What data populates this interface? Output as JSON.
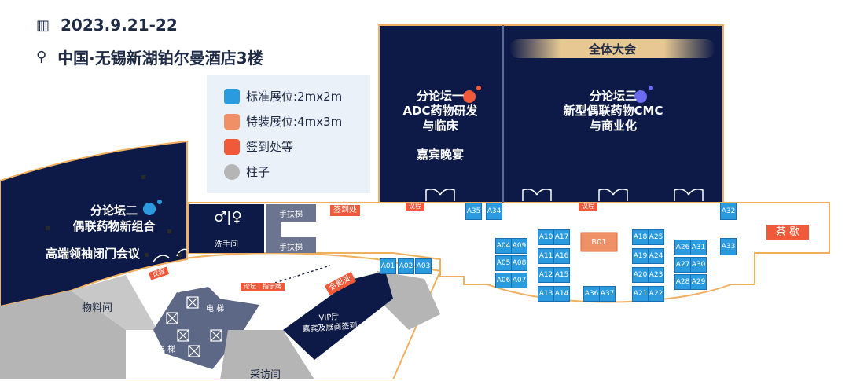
{
  "header": {
    "date": "2023.9.21-22",
    "location": "中国·无锡新湖铂尔曼酒店3楼",
    "calendar_icon": "calendar-icon",
    "location_icon": "map-pin-icon"
  },
  "legend": {
    "items": [
      {
        "label": "标准展位:2mx2m",
        "color": "#2b9be0"
      },
      {
        "label": "特装展位:4mx3m",
        "color": "#f09066"
      },
      {
        "label": "签到处等",
        "color": "#f05a3a"
      },
      {
        "label": "柱子",
        "color": "#b5b5b5"
      }
    ]
  },
  "halls": {
    "forum1_line1": "分论坛一",
    "forum1_line2": "ADC药物研发",
    "forum1_line3": "与临床",
    "banquet": "嘉宾晚宴",
    "plenary": "全体大会",
    "forum3_line1": "分论坛三",
    "forum3_line2": "新型偶联药物CMC",
    "forum3_line3": "与商业化",
    "forum2_line1": "分论坛二",
    "forum2_line2": "偶联药物新组合",
    "forum2_line3": "高端领袖闭门会议"
  },
  "rooms": {
    "restroom": "洗手间",
    "escalator1": "手扶梯",
    "escalator2": "手扶梯",
    "checkin": "签到处",
    "tea": "茶 歇",
    "storage": "物料间",
    "elevator1": "电 梯",
    "elevator2": "电 梯",
    "vip_line1": "VIP厅",
    "vip_line2": "嘉宾及展商签到",
    "photo": "合影处",
    "interview": "采访间",
    "sign_forum2": "论坛二指示牌",
    "rite1": "议程",
    "rite2": "议程",
    "rite3": "议程"
  },
  "booths": {
    "A01": "A01",
    "A02": "A02",
    "A03": "A03",
    "A04": "A04",
    "A05": "A05",
    "A06": "A06",
    "A07": "A07",
    "A08": "A08",
    "A09": "A09",
    "A10": "A10",
    "A11": "A11",
    "A12": "A12",
    "A13": "A13",
    "A14": "A14",
    "A15": "A15",
    "A16": "A16",
    "A17": "A17",
    "A18": "A18",
    "A19": "A19",
    "A20": "A20",
    "A21": "A21",
    "A22": "A22",
    "A23": "A23",
    "A24": "A24",
    "A25": "A25",
    "A26": "A26",
    "A27": "A27",
    "A28": "A28",
    "A29": "A29",
    "A30": "A30",
    "A31": "A31",
    "A32": "A32",
    "A33": "A33",
    "A34": "A34",
    "A35": "A35",
    "A36": "A36",
    "A37": "A37",
    "B01": "B01"
  }
}
